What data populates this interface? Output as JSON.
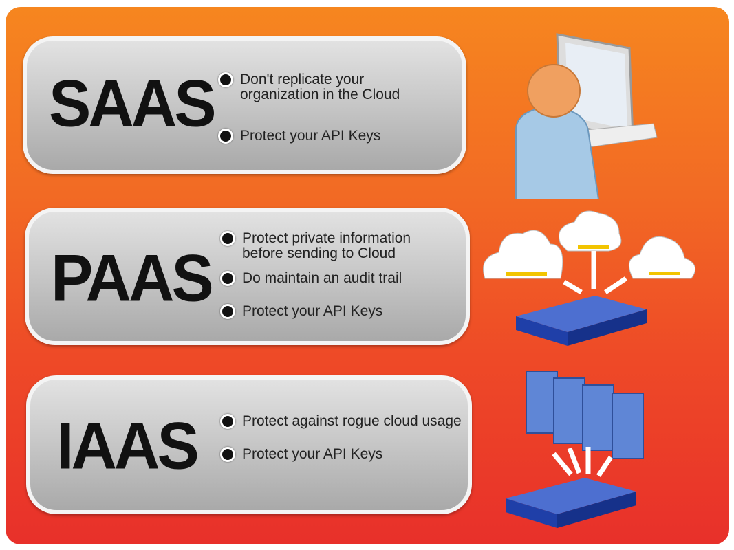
{
  "tiers": [
    {
      "name": "SAAS",
      "bullets": [
        "Don't replicate your organization in the Cloud",
        "Protect your API Keys"
      ]
    },
    {
      "name": "PAAS",
      "bullets": [
        "Protect private information before sending to Cloud",
        "Do maintain an audit trail",
        "Protect your API Keys"
      ]
    },
    {
      "name": "IAAS",
      "bullets": [
        "Protect against rogue cloud usage",
        "Protect your API Keys"
      ]
    }
  ],
  "colors": {
    "background_top": "#f6861f",
    "background_bottom": "#e8302a",
    "panel": "#c9c9c9",
    "appliance": "#1f3fa8",
    "server": "#5f86d6"
  },
  "icons": [
    "user-at-computer-icon",
    "cloud-services-icon",
    "appliance-icon",
    "server-rack-icon"
  ]
}
